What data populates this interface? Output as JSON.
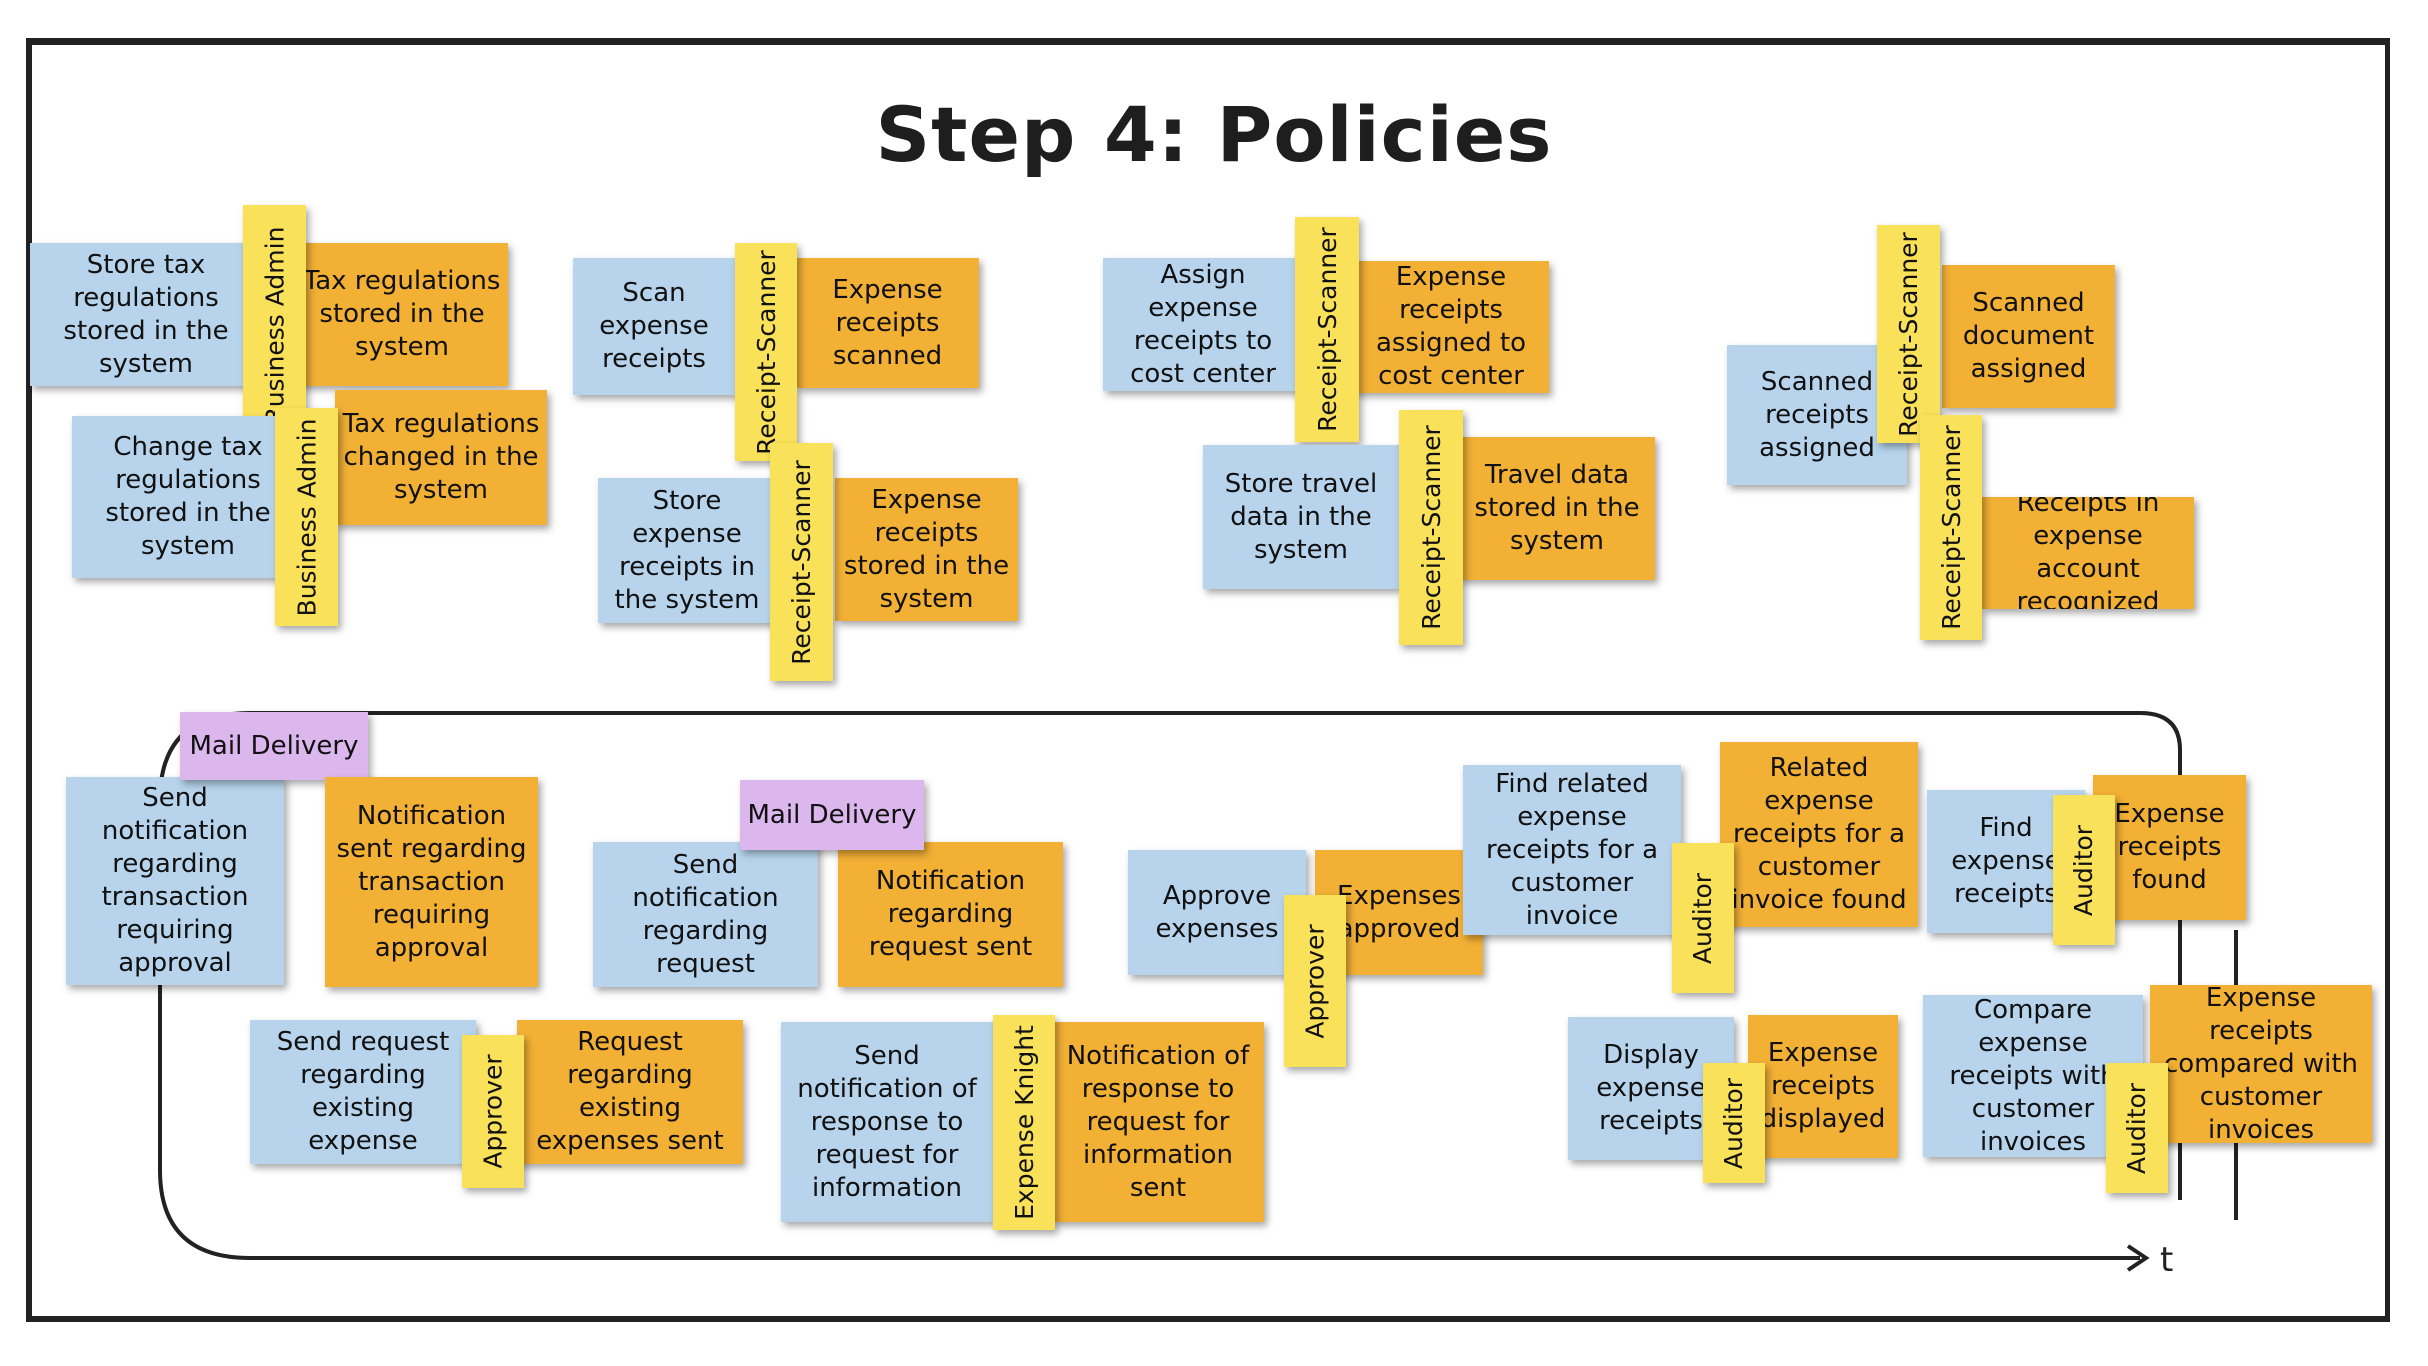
{
  "title": "Step 4: Policies",
  "timeline_label": "t",
  "colors": {
    "command": "#b7d4ec",
    "event": "#f2b035",
    "actor": "#f9e159",
    "external_system": "#dcb7ee"
  },
  "notes": {
    "store_tax_cmd": "Store tax regulations stored in the system",
    "change_tax_cmd": "Change tax regulations stored in the system",
    "tax_stored_evt": "Tax regulations stored in the system",
    "tax_changed_evt": "Tax regulations changed in the system",
    "business_admin_1": "Business Admin",
    "business_admin_2": "Business Admin",
    "scan_cmd": "Scan expense receipts",
    "scanned_evt": "Expense receipts scanned",
    "store_receipts_cmd": "Store expense receipts in the system",
    "stored_evt": "Expense receipts stored in the system",
    "receipt_scanner_1": "Receipt-Scanner",
    "receipt_scanner_2": "Receipt-Scanner",
    "assign_cmd": "Assign expense receipts to cost center",
    "assigned_evt": "Expense receipts assigned to cost center",
    "store_travel_cmd": "Store travel data in the system",
    "travel_evt": "Travel data stored in the system",
    "receipt_scanner_3": "Receipt-Scanner",
    "receipt_scanner_4": "Receipt-Scanner",
    "scanned_assigned_cmd": "Scanned receipts assigned",
    "scanned_doc_evt": "Scanned document assigned",
    "recognized_evt": "Receipts in expense account recognized",
    "receipt_scanner_5": "Receipt-Scanner",
    "receipt_scanner_6": "Receipt-Scanner",
    "mail_delivery_1": "Mail Delivery",
    "send_notif_cmd": "Send notification regarding transaction requiring approval",
    "notif_sent_evt": "Notification sent regarding transaction requiring approval",
    "send_request_cmd": "Send request regarding existing expense",
    "request_sent_evt": "Request regarding existing expenses sent",
    "approver_1": "Approver",
    "mail_delivery_2": "Mail Delivery",
    "send_notif_req_cmd": "Send notification regarding request",
    "notif_req_evt": "Notification regarding request sent",
    "send_notif_resp_cmd": "Send notification of response to request for information",
    "notif_resp_evt": "Notification of response to request for information sent",
    "expense_knight": "Expense Knight",
    "approve_cmd": "Approve expenses",
    "approved_evt": "Expenses approved",
    "approver_2": "Approver",
    "find_related_cmd": "Find related expense receipts for a customer invoice",
    "related_found_evt": "Related expense receipts for a customer invoice found",
    "auditor_1": "Auditor",
    "find_receipts_cmd": "Find expense receipts",
    "found_evt": "Expense receipts found",
    "auditor_2": "Auditor",
    "display_cmd": "Display expense receipts",
    "displayed_evt": "Expense receipts displayed",
    "auditor_3": "Auditor",
    "compare_cmd": "Compare expense receipts with customer invoices",
    "compared_evt": "Expense receipts compared with customer invoices",
    "auditor_4": "Auditor"
  }
}
